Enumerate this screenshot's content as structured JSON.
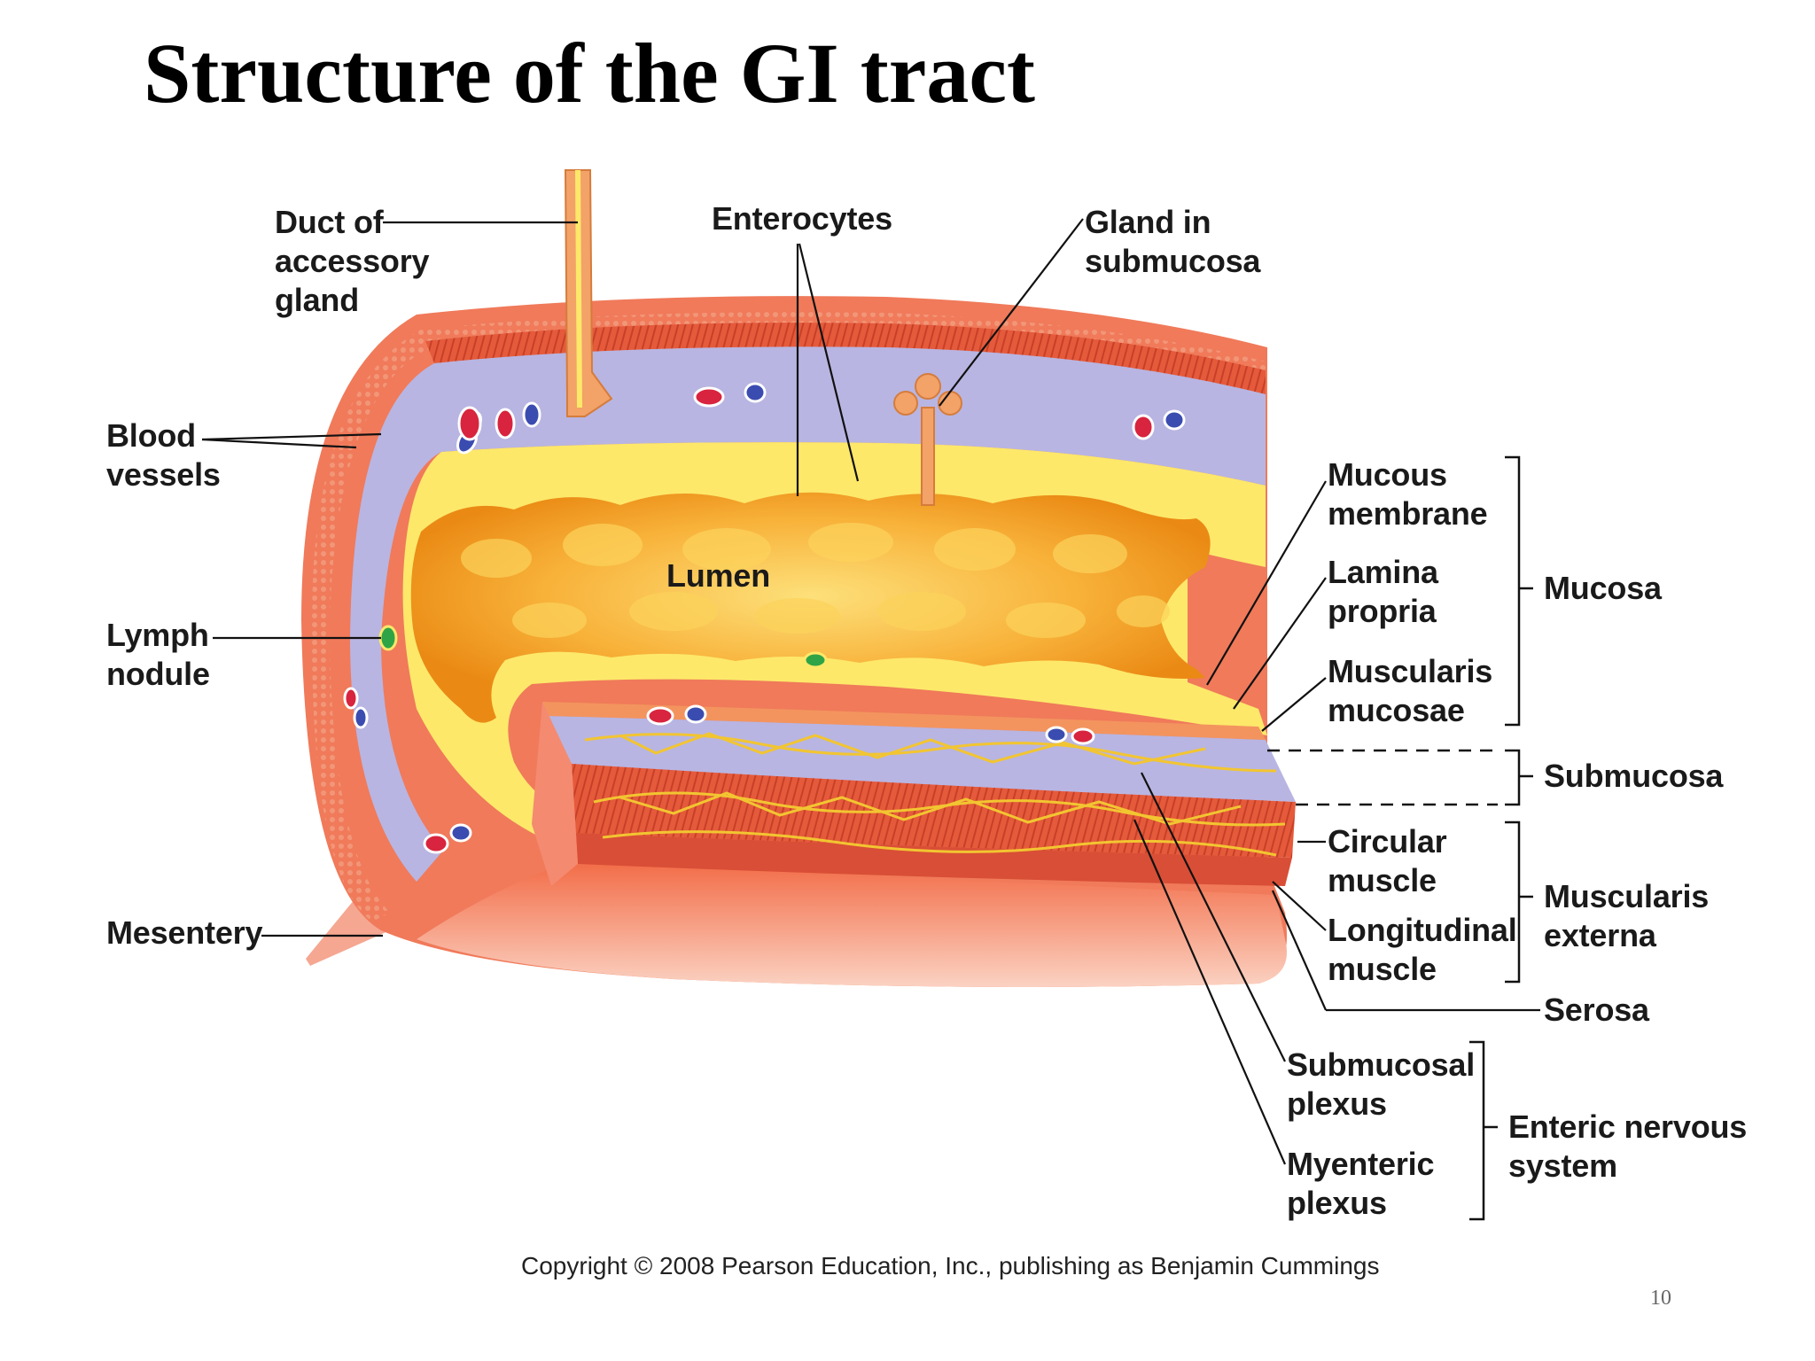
{
  "slide": {
    "title": "Structure of the GI tract",
    "copyright": "Copyright © 2008 Pearson Education, Inc., publishing as Benjamin Cummings",
    "page_number": "10"
  },
  "labels": {
    "duct": [
      "Duct of",
      "accessory",
      "gland"
    ],
    "enterocytes": [
      "Enterocytes"
    ],
    "gland": [
      "Gland in",
      "submucosa"
    ],
    "blood_vessels": [
      "Blood",
      "vessels"
    ],
    "lymph_nodule": [
      "Lymph",
      "nodule"
    ],
    "mesentery": [
      "Mesentery"
    ],
    "lumen": [
      "Lumen"
    ],
    "mucous_membrane": [
      "Mucous",
      "membrane"
    ],
    "lamina_propria": [
      "Lamina",
      "propria"
    ],
    "muscularis_mucosae": [
      "Muscularis",
      "mucosae"
    ],
    "mucosa": [
      "Mucosa"
    ],
    "submucosa": [
      "Submucosa"
    ],
    "circular_muscle": [
      "Circular",
      "muscle"
    ],
    "longitudinal_muscle": [
      "Longitudinal",
      "muscle"
    ],
    "muscularis_externa": [
      "Muscularis",
      "externa"
    ],
    "serosa": [
      "Serosa"
    ],
    "submucosal_plexus": [
      "Submucosal",
      "plexus"
    ],
    "myenteric_plexus": [
      "Myenteric",
      "plexus"
    ],
    "enteric_nervous_system": [
      "Enteric nervous",
      "system"
    ]
  },
  "colors": {
    "serosa": "#f07a5a",
    "muscle": "#e85a3c",
    "muscle_dark": "#c9432a",
    "submucosa": "#b6b3e0",
    "mucosa": "#fde86a",
    "lumen": "#f6a523",
    "lumen_light": "#fcd25a",
    "nerve": "#f2c531",
    "artery": "#d8243e",
    "vein": "#3b4cb0",
    "lymph": "#2fa447"
  }
}
